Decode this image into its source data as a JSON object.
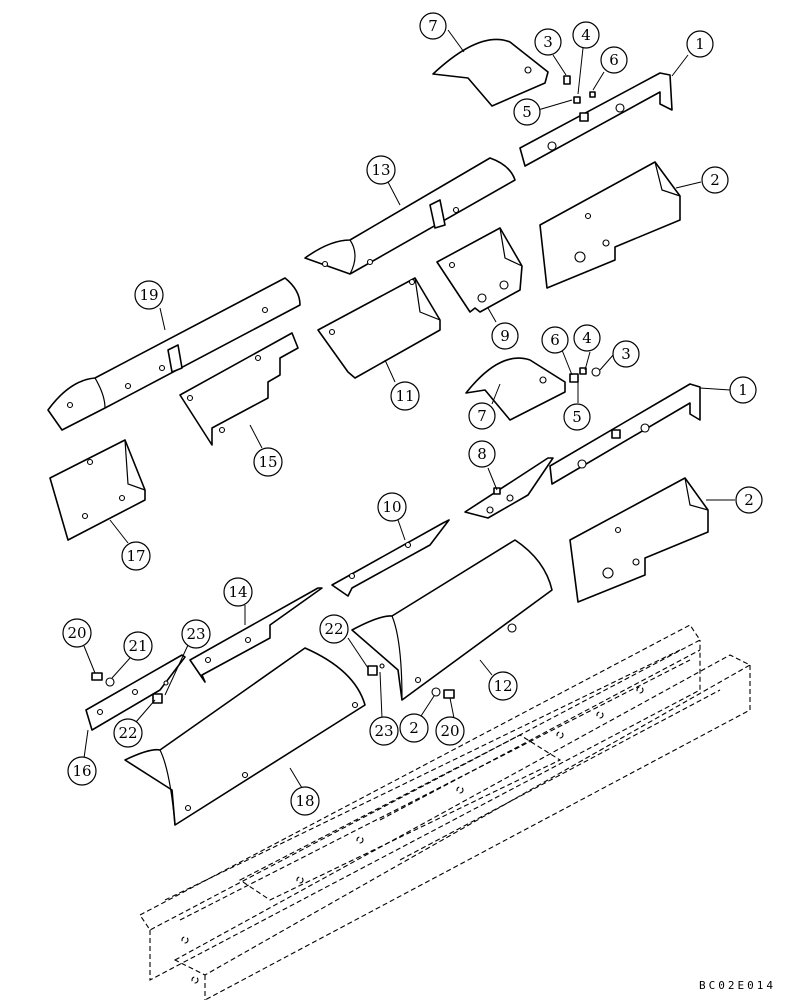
{
  "diagram_code": "BC02E014",
  "callouts": [
    "7",
    "3",
    "4",
    "6",
    "1",
    "5",
    "13",
    "2",
    "19",
    "9",
    "11",
    "6",
    "4",
    "3",
    "7",
    "5",
    "1",
    "15",
    "8",
    "2",
    "17",
    "10",
    "14",
    "20",
    "21",
    "23",
    "22",
    "12",
    "22",
    "16",
    "23",
    "2",
    "20",
    "18"
  ],
  "colors": {
    "line": "#000000",
    "background": "#ffffff"
  }
}
